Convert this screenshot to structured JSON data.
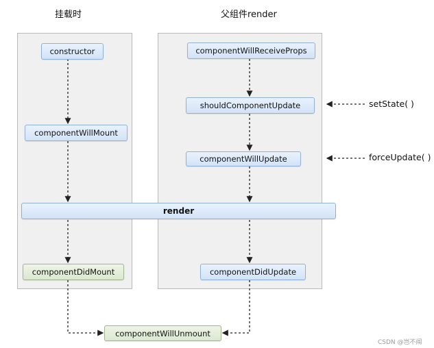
{
  "headings": {
    "mount": "挂载时",
    "parent_render": "父组件render"
  },
  "nodes": {
    "constructor": "constructor",
    "component_will_mount": "componentWillMount",
    "render": "render",
    "component_did_mount": "componentDidMount",
    "component_will_receive_props": "componentWillReceiveProps",
    "should_component_update": "shouldComponentUpdate",
    "component_will_update": "componentWillUpdate",
    "component_did_update": "componentDidUpdate",
    "component_will_unmount": "componentWillUnmount"
  },
  "triggers": {
    "set_state": "setState( )",
    "force_update": "forceUpdate( )"
  },
  "watermark": "CSDN @岂不闻",
  "colors": {
    "node_blue": "#dce9f8",
    "node_green": "#e3edd8",
    "panel_bg": "#f0f0f0"
  }
}
